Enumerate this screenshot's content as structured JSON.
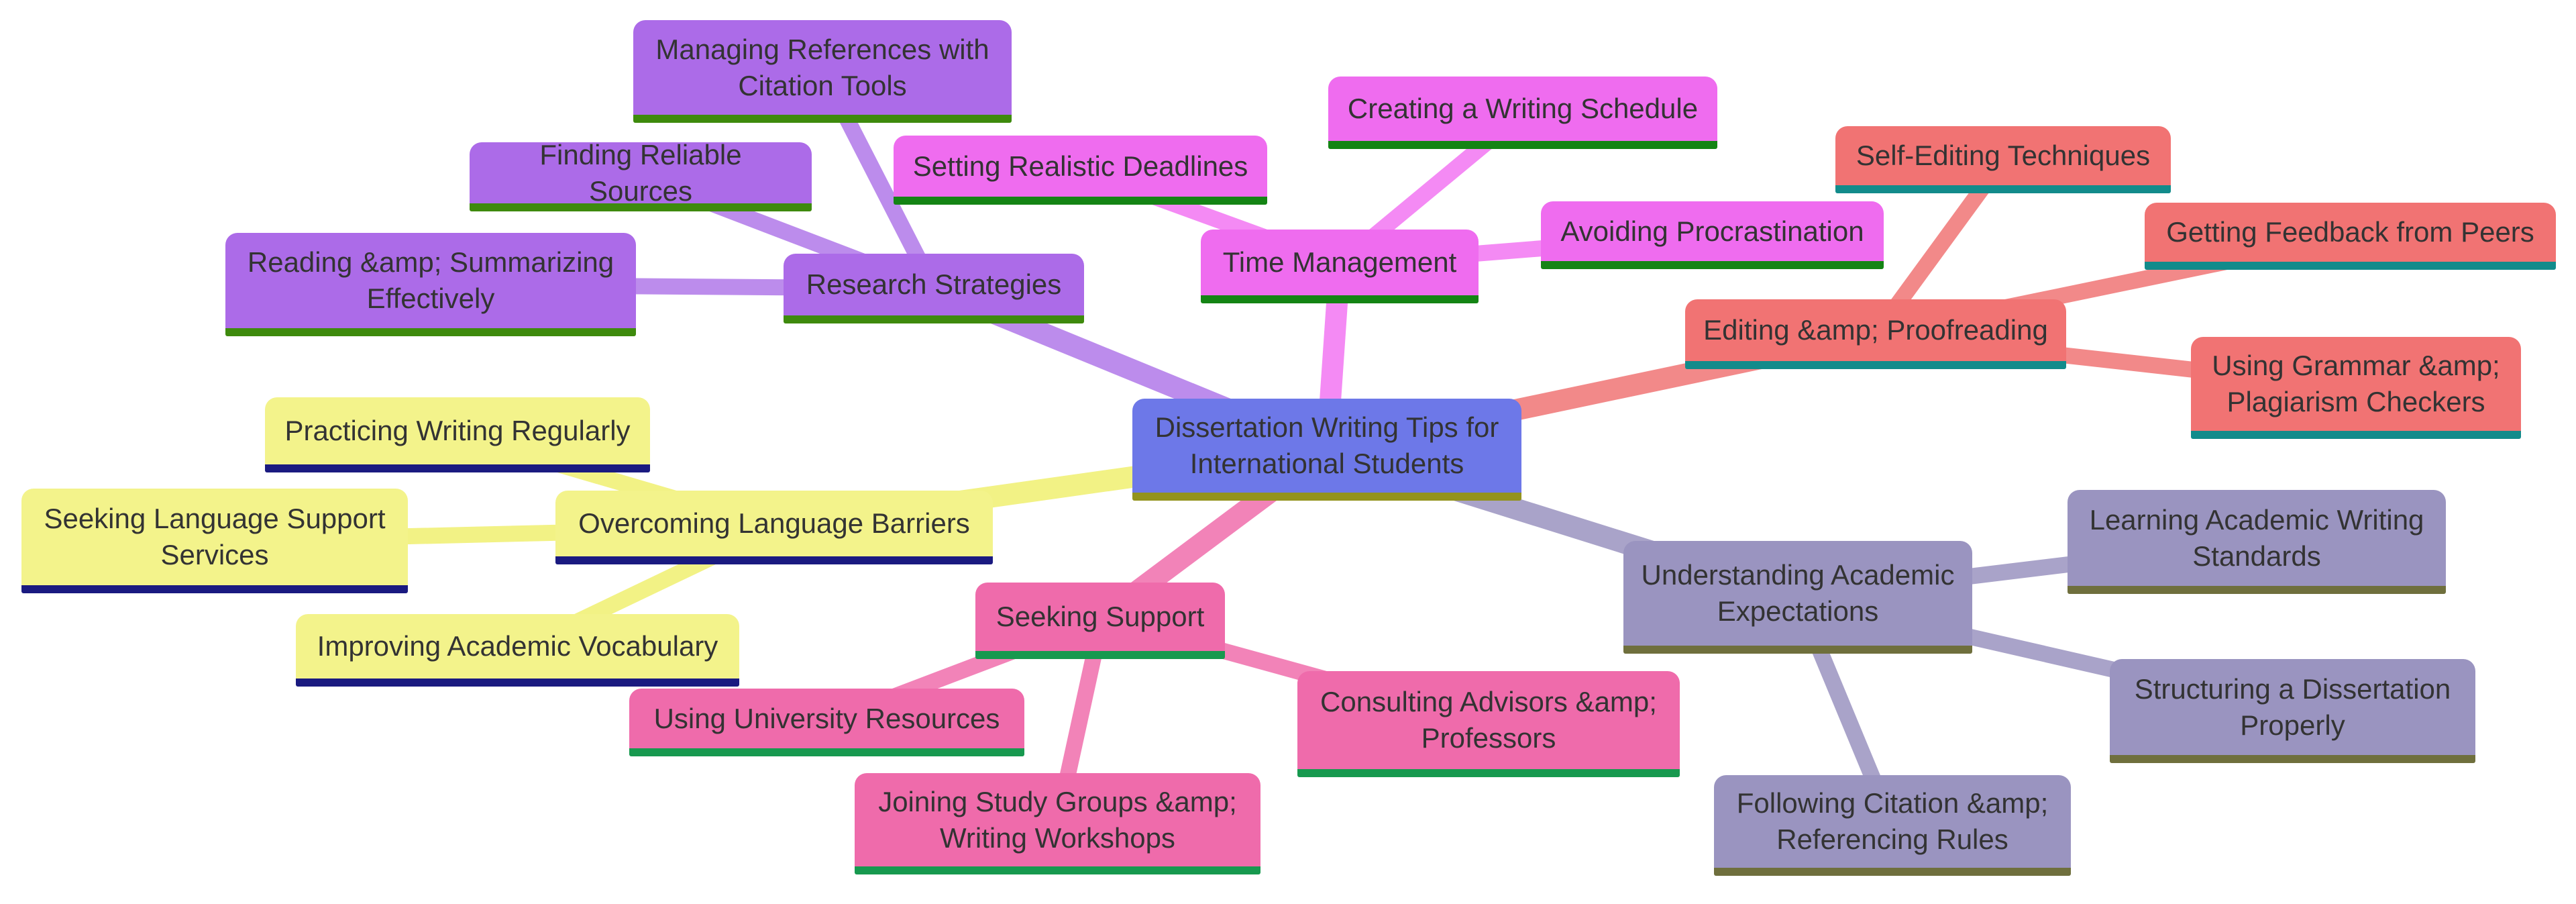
{
  "diagram": {
    "type": "mindmap",
    "root": {
      "label": "Dissertation Writing Tips for International Students",
      "node_color": "#6D78E8",
      "underline_color": "#93931D"
    },
    "branches": [
      {
        "label": "Research Strategies",
        "node_color": "#AC6BE8",
        "underline_color": "#3E8A0D",
        "edge_color": "#BC8CEC",
        "children": [
          {
            "label": "Managing References with Citation Tools"
          },
          {
            "label": "Finding Reliable Sources"
          },
          {
            "label": "Reading &amp; Summarizing Effectively"
          }
        ]
      },
      {
        "label": "Time Management",
        "node_color": "#EF6CEF",
        "underline_color": "#148414",
        "edge_color": "#F48AF4",
        "children": [
          {
            "label": "Setting Realistic Deadlines"
          },
          {
            "label": "Creating a Writing Schedule"
          },
          {
            "label": "Avoiding Procrastination"
          }
        ]
      },
      {
        "label": "Editing &amp; Proofreading",
        "node_color": "#F17373",
        "underline_color": "#128B8B",
        "edge_color": "#F28989",
        "children": [
          {
            "label": "Self-Editing Techniques"
          },
          {
            "label": "Getting Feedback from Peers"
          },
          {
            "label": "Using Grammar &amp; Plagiarism Checkers"
          }
        ]
      },
      {
        "label": "Overcoming Language Barriers",
        "node_color": "#F3F38B",
        "underline_color": "#1A1A80",
        "edge_color": "#F2F285",
        "children": [
          {
            "label": "Practicing Writing Regularly"
          },
          {
            "label": "Seeking Language Support Services"
          },
          {
            "label": "Improving Academic Vocabulary"
          }
        ]
      },
      {
        "label": "Seeking Support",
        "node_color": "#EF6BAB",
        "underline_color": "#17994F",
        "edge_color": "#F283B8",
        "children": [
          {
            "label": "Using University Resources"
          },
          {
            "label": "Joining Study Groups &amp; Writing Workshops"
          },
          {
            "label": "Consulting Advisors &amp; Professors"
          }
        ]
      },
      {
        "label": "Understanding Academic Expectations",
        "node_color": "#9A94C0",
        "underline_color": "#6F6F3D",
        "edge_color": "#A9A3C9",
        "children": [
          {
            "label": "Learning Academic Writing Standards"
          },
          {
            "label": "Structuring a Dissertation Properly"
          },
          {
            "label": "Following Citation &amp; Referencing Rules"
          }
        ]
      }
    ],
    "text_color": "#333333",
    "background_color": "#FFFFFF"
  }
}
